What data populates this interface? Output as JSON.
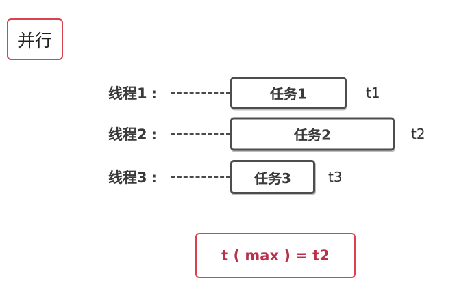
{
  "title": "并行",
  "threads": [
    {
      "label": "线程1",
      "colon": ":",
      "task": "任务1",
      "time": "t1"
    },
    {
      "label": "线程2",
      "colon": ":",
      "task": "任务2",
      "time": "t2"
    },
    {
      "label": "线程3",
      "colon": ":",
      "task": "任务3",
      "time": "t3"
    }
  ],
  "result": "t ( max ) = t2",
  "colors": {
    "accent": "#d9434f",
    "result_text": "#b8324a",
    "box_border": "#4d4d4d"
  }
}
